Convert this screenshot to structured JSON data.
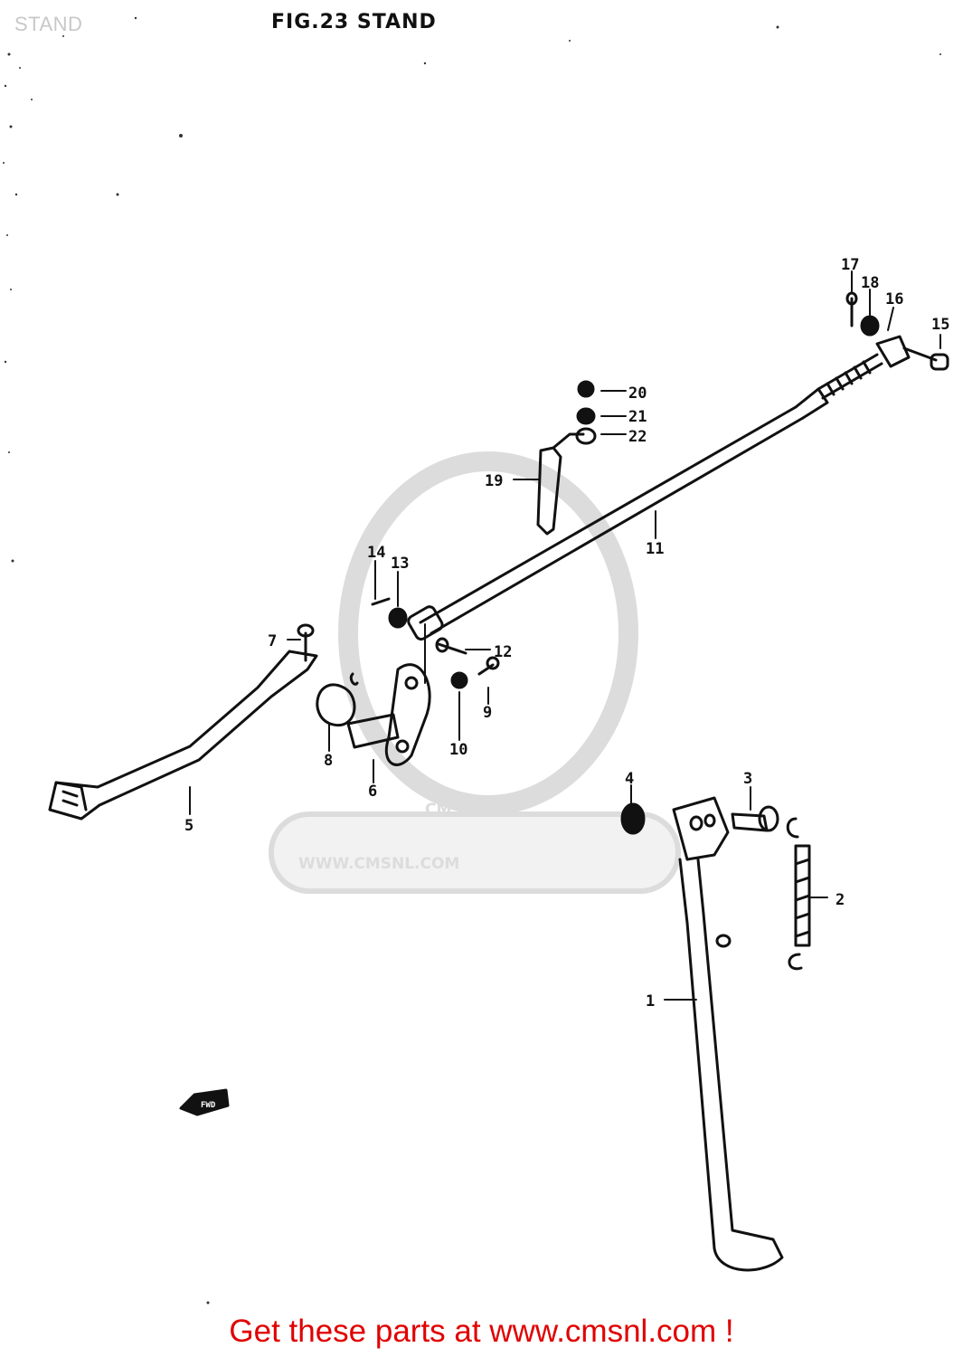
{
  "header": {
    "breadcrumb": "STAND",
    "figure_title": "FIG.23  STAND"
  },
  "watermark": {
    "brand": "CMS",
    "url": "WWW.CMSNL.COM"
  },
  "callouts": [
    "1",
    "2",
    "3",
    "4",
    "5",
    "6",
    "7",
    "8",
    "9",
    "10",
    "11",
    "12",
    "13",
    "14",
    "15",
    "16",
    "17",
    "18",
    "19",
    "20",
    "21",
    "22"
  ],
  "direction_label": "FWD",
  "footer": {
    "cta": "Get these parts at www.cmsnl.com !"
  },
  "colors": {
    "line": "#111111",
    "watermark": "#dcdcdc",
    "cta": "#e00000"
  }
}
